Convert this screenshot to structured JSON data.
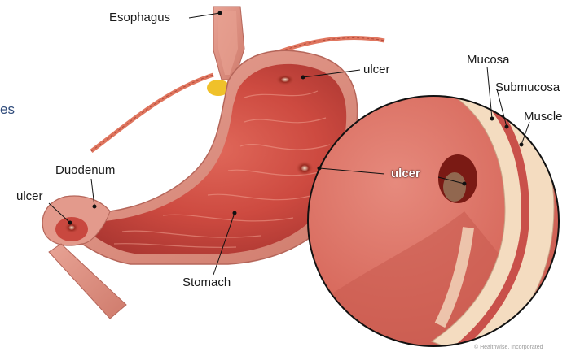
{
  "diagram": {
    "labels": {
      "esophagus": "Esophagus",
      "ulcer_top": "ulcer",
      "duodenum": "Duodenum",
      "ulcer_left": "ulcer",
      "ulcer_center": "ulcer",
      "stomach": "Stomach",
      "mucosa": "Mucosa",
      "submucosa": "Submucosa",
      "muscle": "Muscle"
    },
    "partial_left_text": "es",
    "credit": "© Healthwise, Incorporated"
  },
  "colors": {
    "stomach_wall": "#d8877a",
    "stomach_interior": "#c9483f",
    "ulcer": "#7a1a14",
    "fat": "#f0c12a",
    "mucosa_layer": "#f4dcc0",
    "muscle_layer": "#c9504a",
    "background": "#ffffff"
  }
}
